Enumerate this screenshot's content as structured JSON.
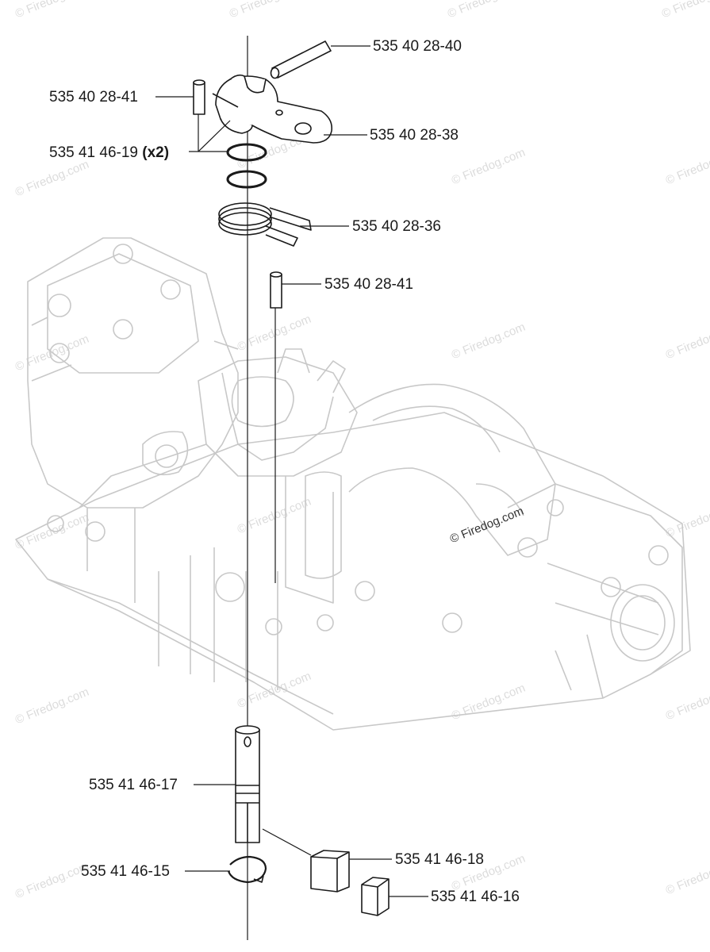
{
  "watermark": "© Firedog.com",
  "part_labels": [
    {
      "id": "p1",
      "number": "535 40 28-40",
      "qty": ""
    },
    {
      "id": "p2",
      "number": "535 40 28-41",
      "qty": ""
    },
    {
      "id": "p3",
      "number": "535 40 28-38",
      "qty": ""
    },
    {
      "id": "p4",
      "number": "535 41 46-19",
      "qty": "(x2)"
    },
    {
      "id": "p5",
      "number": "535 40 28-36",
      "qty": ""
    },
    {
      "id": "p6",
      "number": "535 40 28-41",
      "qty": ""
    },
    {
      "id": "p7",
      "number": "535 41 46-17",
      "qty": ""
    },
    {
      "id": "p8",
      "number": "535 41 46-18",
      "qty": ""
    },
    {
      "id": "p9",
      "number": "535 41 46-15",
      "qty": ""
    },
    {
      "id": "p10",
      "number": "535 41 46-16",
      "qty": ""
    }
  ],
  "colors": {
    "line": "#1a1a1a",
    "ghost": "#c4c4c4",
    "watermark": "#dcdcdc"
  }
}
